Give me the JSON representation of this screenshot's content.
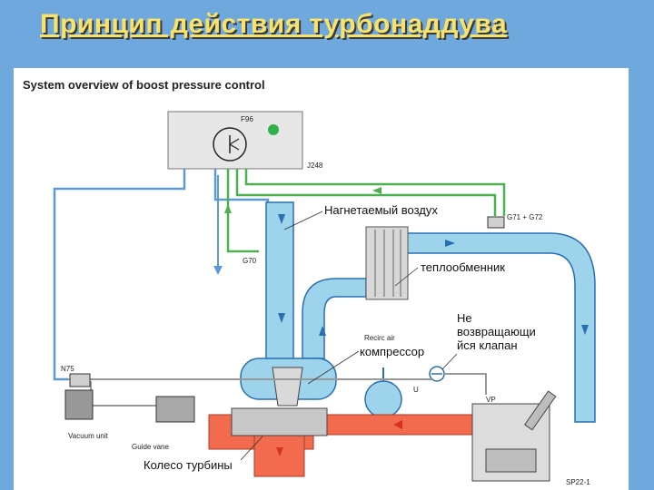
{
  "slide": {
    "title": "Принцип действия турбонаддува"
  },
  "diagram": {
    "title": "System overview of boost pressure control",
    "component_codes": {
      "f96": "F96",
      "j248": "J248",
      "g71_g72": "G71 + G72",
      "g70": "G70",
      "n75": "N75",
      "vp": "VP",
      "u": "U",
      "recirc_air": "Recirc air",
      "vacuum_unit": "Vacuum unit",
      "guide_vane": "Guide vane",
      "figure_code": "SP22-1"
    },
    "annotations": {
      "charge_air": "Нагнетаемый воздух",
      "intercooler": "теплообменник",
      "check_valve": "Не возвращающийся клапан",
      "check_valve_lines": [
        "Не",
        "возвращающи",
        "йся клапан"
      ],
      "compressor": "компрессор",
      "turbine_wheel": "Колесо турбины"
    },
    "colors": {
      "intake_air": "#9ed3ec",
      "intake_outline": "#2a6fb0",
      "signal_green": "#4caf50",
      "signal_blue": "#5b9bd5",
      "exhaust": "#f26b4e",
      "arrow_blue": "#2a6fb0",
      "arrow_red": "#d6331e"
    }
  }
}
